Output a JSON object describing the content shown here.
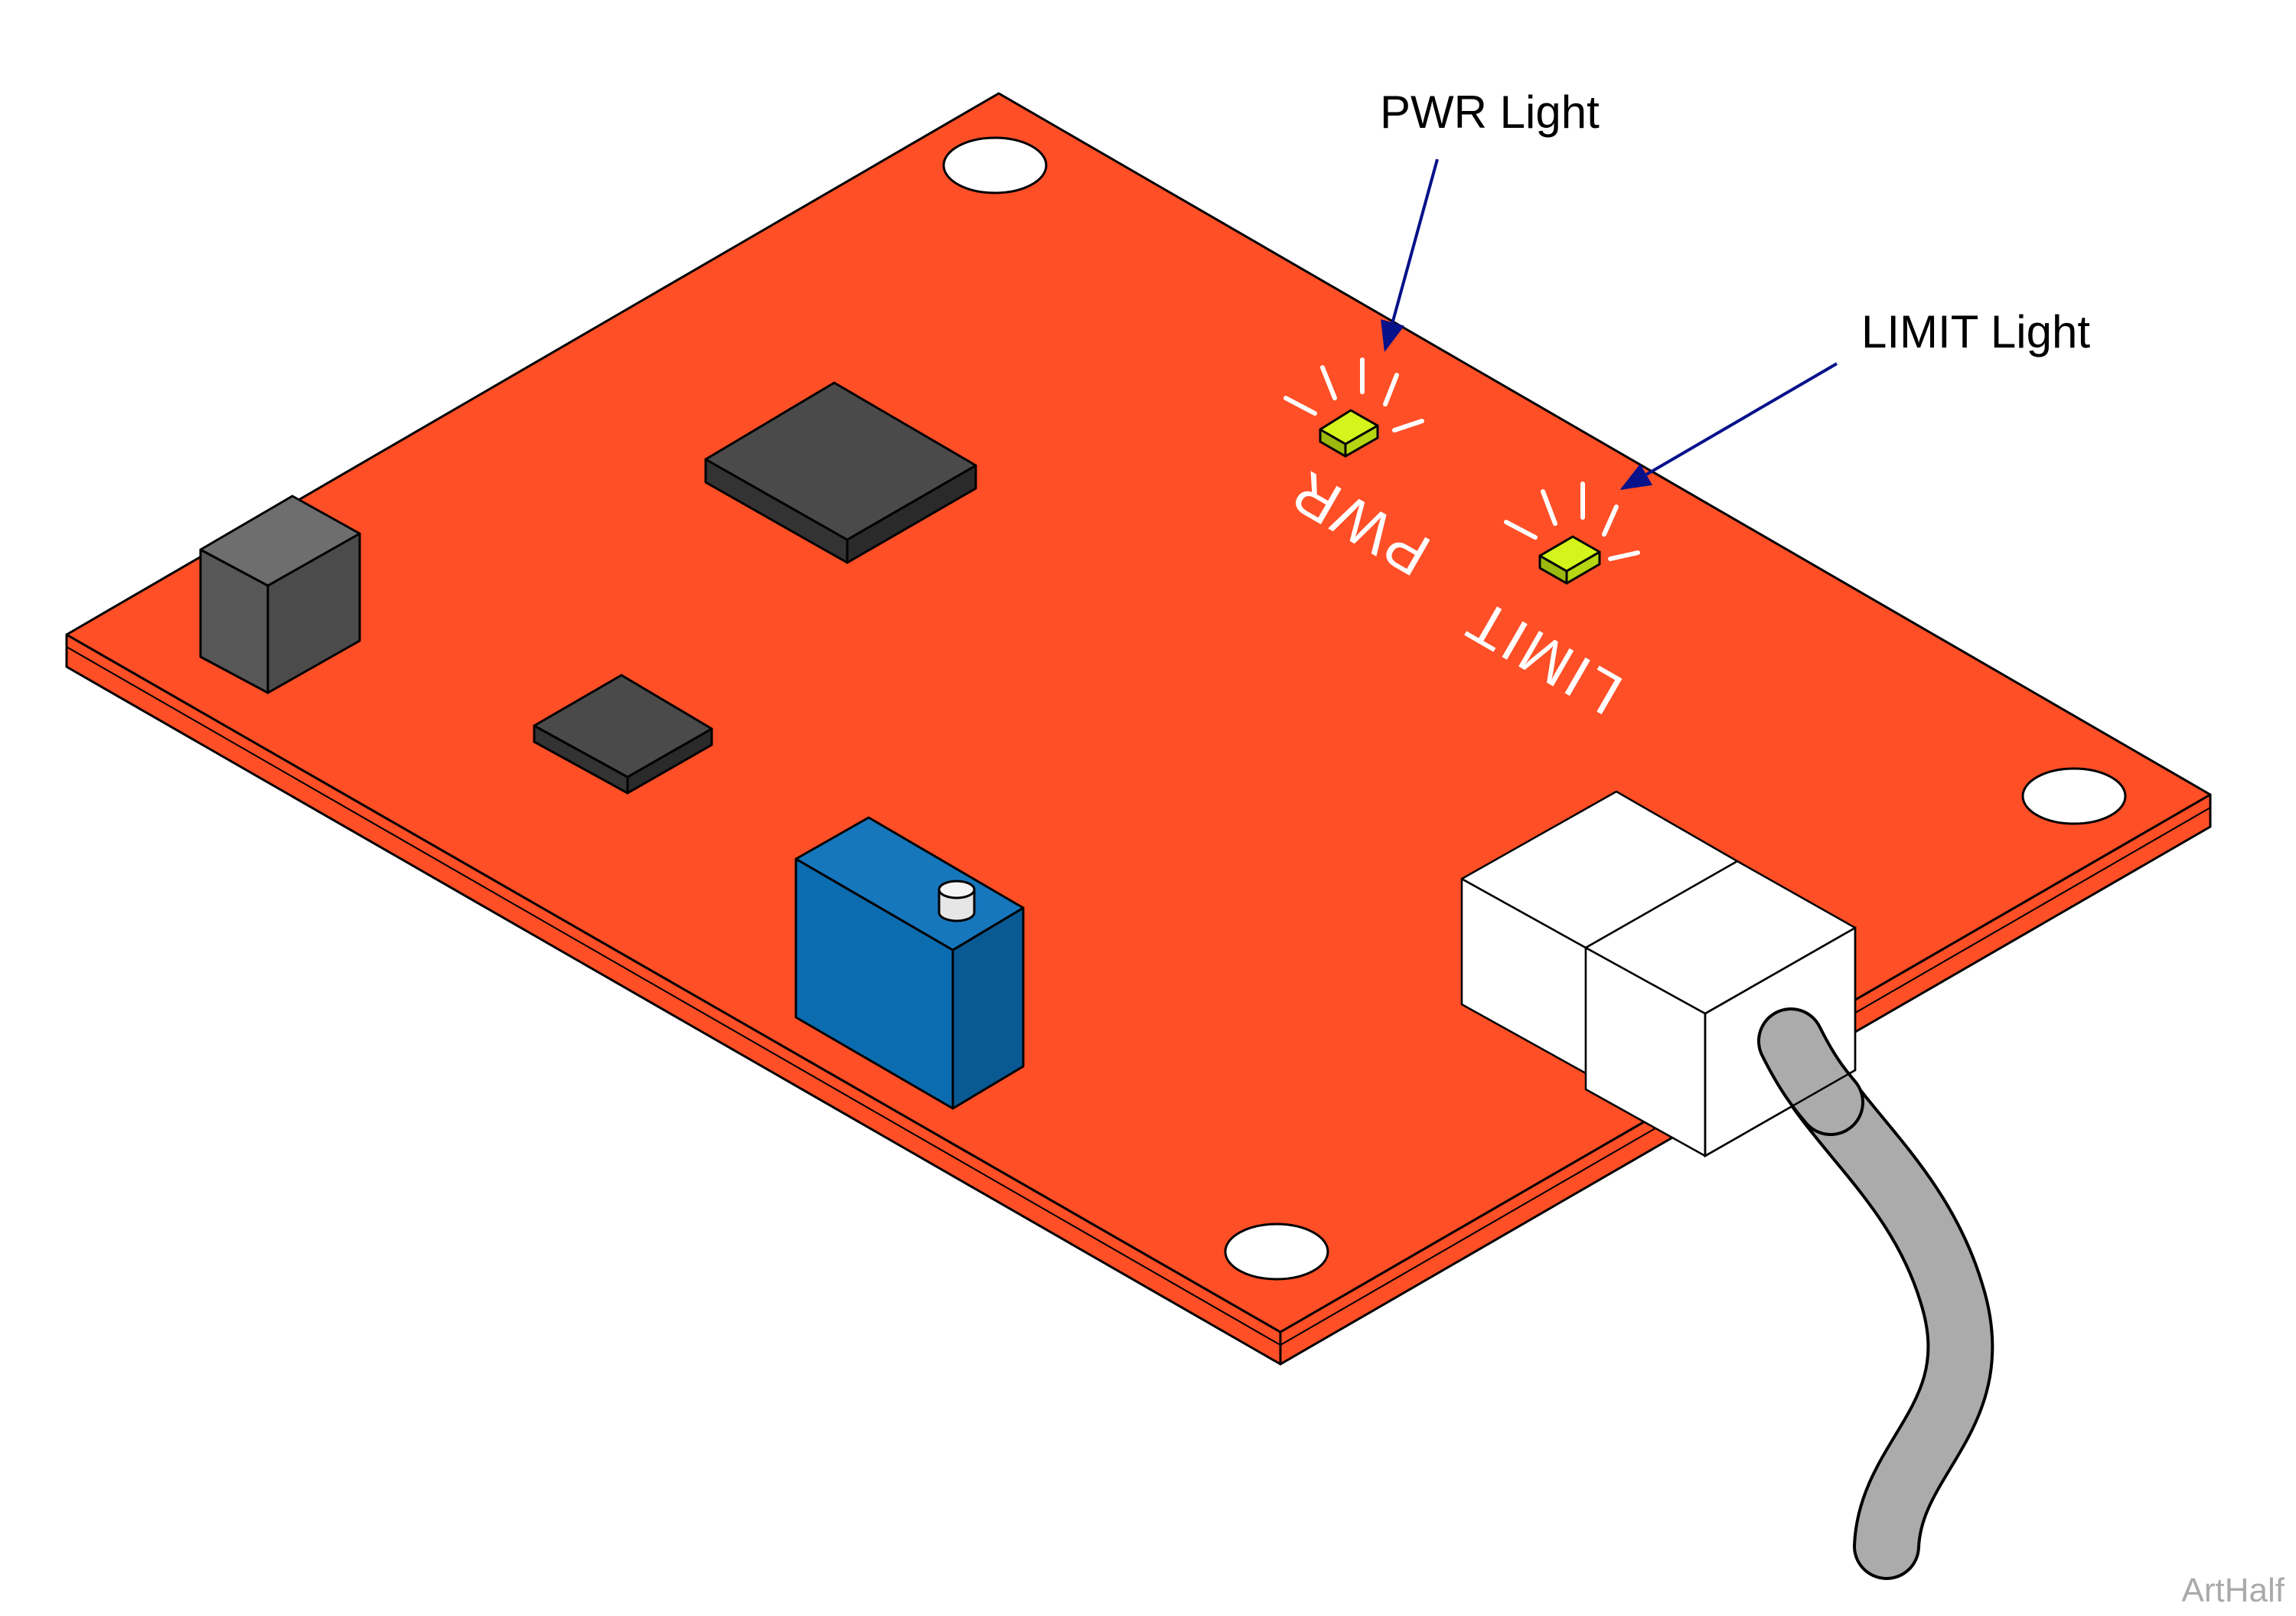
{
  "callouts": {
    "pwr_light": "PWR Light",
    "limit_light": "LIMIT Light"
  },
  "board_labels": {
    "pwr": "PWR",
    "limit": "LIMIT"
  },
  "credit": "ArtHalf",
  "colors": {
    "board_top": "#fe4f27",
    "board_edge": "#fe4f27",
    "chip": "#4a4a4a",
    "chip_side": "#3a3a3a",
    "small_block": "#5f5f5f",
    "potentiometer": "#0b6cb0",
    "connector": "#ffffff",
    "cable": "#ababab",
    "led": "#d3f51c",
    "leader_arrow": "#06118a",
    "outline": "#000000",
    "mounting_hole": "#ffffff"
  }
}
